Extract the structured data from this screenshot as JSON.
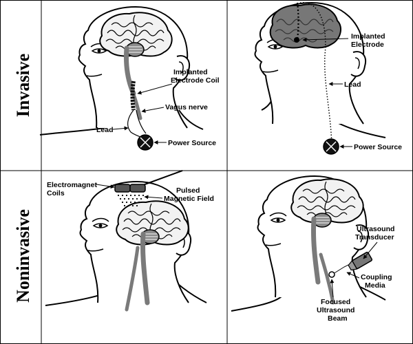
{
  "rows": {
    "invasive": "Invasive",
    "noninvasive": "Noninvasive"
  },
  "panels": {
    "vns": {
      "implanted_coil_line1": "Implanted",
      "implanted_coil_line2": "Electrode Coil",
      "vagus": "Vagus nerve",
      "lead": "Lead",
      "power": "Power Source"
    },
    "dbs": {
      "implanted_line1": "Implanted",
      "implanted_line2": "Electrode",
      "lead": "Lead",
      "power": "Power Source"
    },
    "tms": {
      "coils_line1": "Electromagnet",
      "coils_line2": "Coils",
      "field_line1": "Pulsed",
      "field_line2": "Magnetic Field"
    },
    "fus": {
      "transducer_line1": "Ultrasound",
      "transducer_line2": "Transducer",
      "coupling_line1": "Coupling",
      "coupling_line2": "Media",
      "beam_line1": "Focused",
      "beam_line2": "Ultrasound",
      "beam_line3": "Beam"
    }
  },
  "colors": {
    "nerve": "#7a7a7a",
    "brain_fill": "#f2f2f2",
    "brain_dark": "#777777",
    "device": "#111111",
    "coil": "#555555"
  }
}
